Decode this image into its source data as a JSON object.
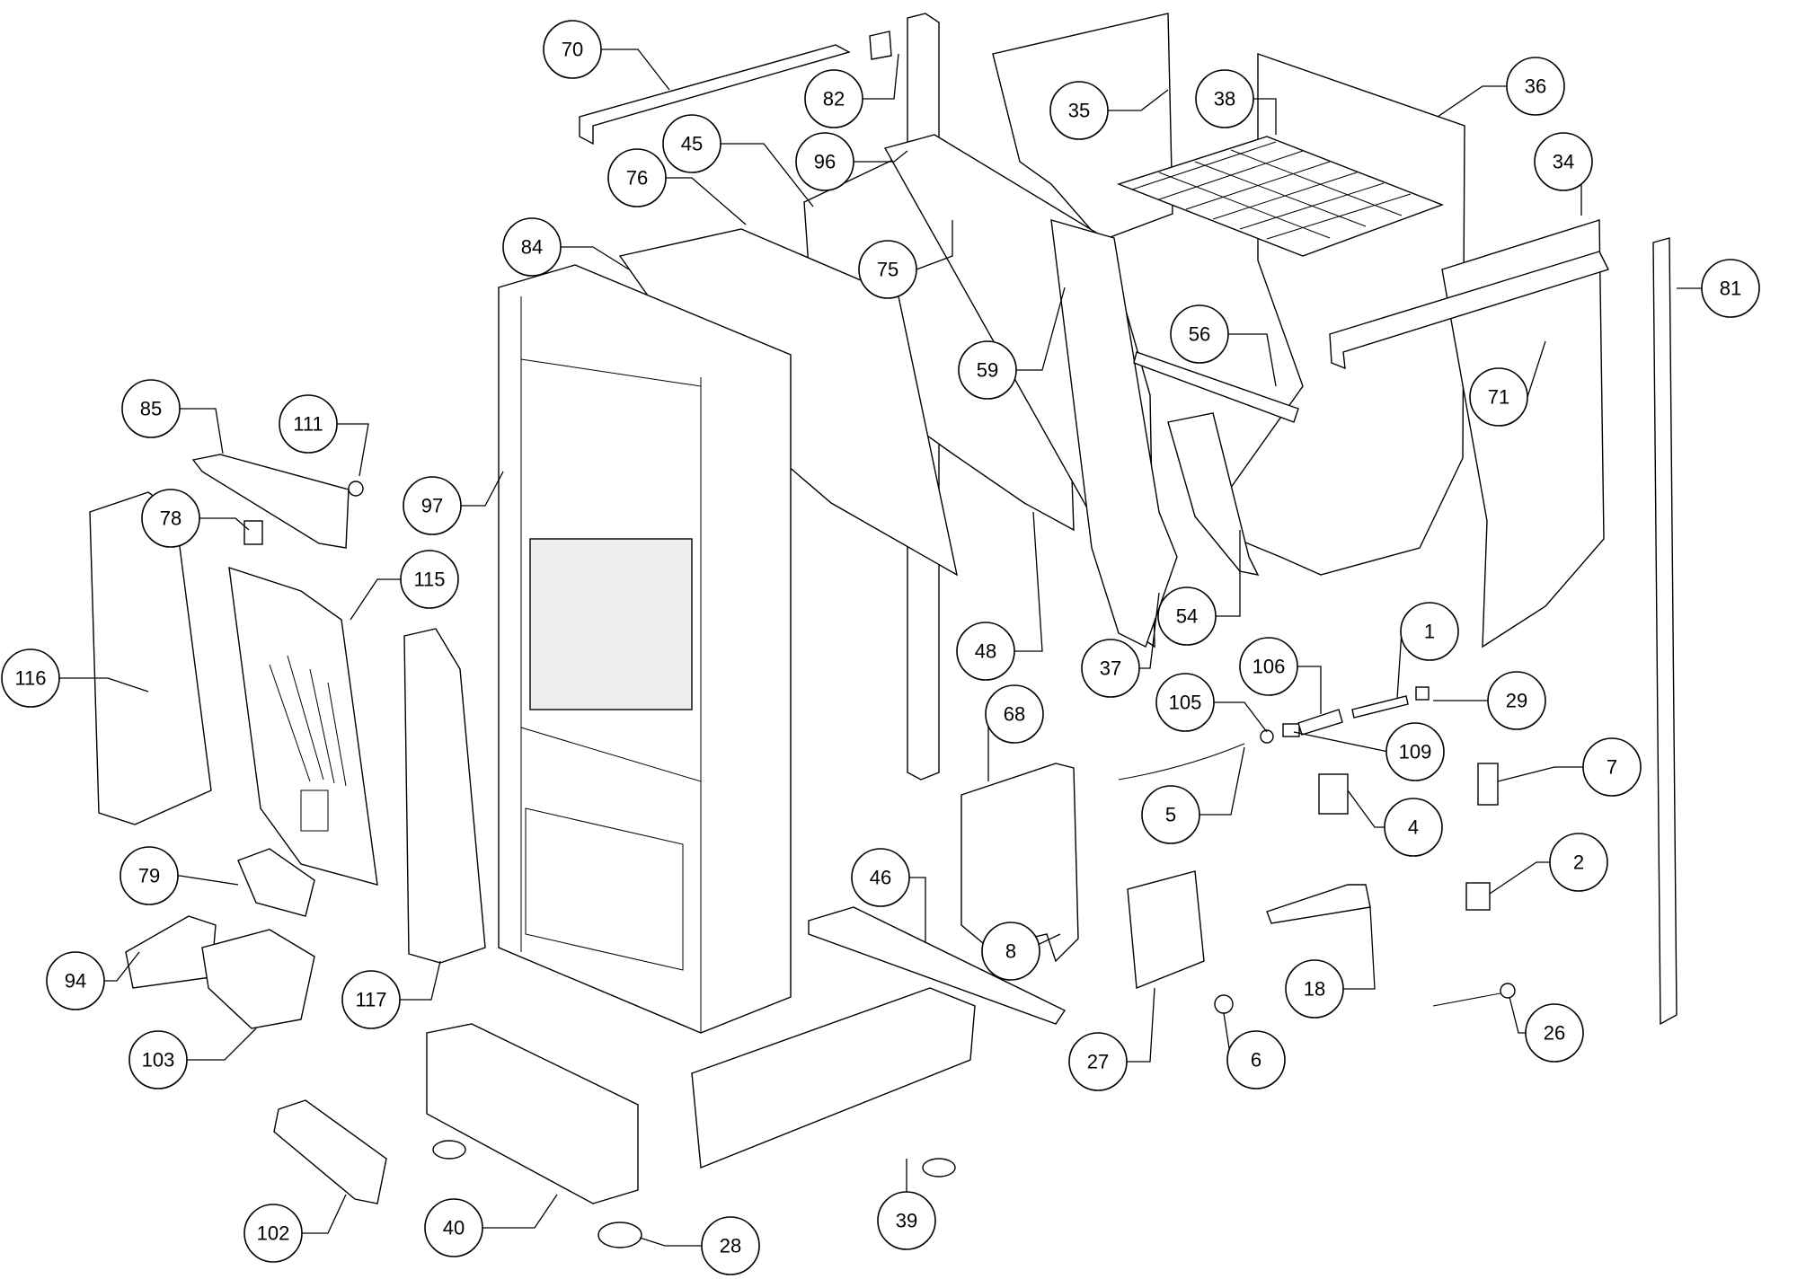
{
  "diagram": {
    "callouts": [
      {
        "label": "70"
      },
      {
        "label": "82"
      },
      {
        "label": "45"
      },
      {
        "label": "96"
      },
      {
        "label": "76"
      },
      {
        "label": "84"
      },
      {
        "label": "75"
      },
      {
        "label": "35"
      },
      {
        "label": "38"
      },
      {
        "label": "36"
      },
      {
        "label": "34"
      },
      {
        "label": "81"
      },
      {
        "label": "59"
      },
      {
        "label": "56"
      },
      {
        "label": "71"
      },
      {
        "label": "85"
      },
      {
        "label": "111"
      },
      {
        "label": "97"
      },
      {
        "label": "78"
      },
      {
        "label": "115"
      },
      {
        "label": "116"
      },
      {
        "label": "48"
      },
      {
        "label": "37"
      },
      {
        "label": "54"
      },
      {
        "label": "1"
      },
      {
        "label": "106"
      },
      {
        "label": "29"
      },
      {
        "label": "105"
      },
      {
        "label": "109"
      },
      {
        "label": "68"
      },
      {
        "label": "7"
      },
      {
        "label": "5"
      },
      {
        "label": "4"
      },
      {
        "label": "79"
      },
      {
        "label": "46"
      },
      {
        "label": "2"
      },
      {
        "label": "8"
      },
      {
        "label": "94"
      },
      {
        "label": "117"
      },
      {
        "label": "18"
      },
      {
        "label": "103"
      },
      {
        "label": "26"
      },
      {
        "label": "27"
      },
      {
        "label": "6"
      },
      {
        "label": "39"
      },
      {
        "label": "40"
      },
      {
        "label": "28"
      },
      {
        "label": "102"
      }
    ]
  }
}
